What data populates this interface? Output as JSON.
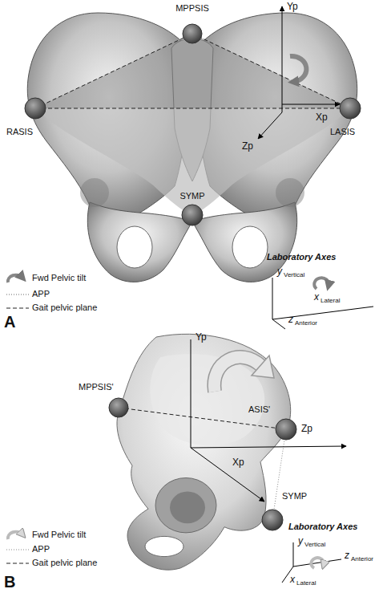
{
  "diagram": {
    "labels": [
      "MPPSIS",
      "Yp",
      "RASIS",
      "Xp",
      "LASIS",
      "Zp",
      "SYMP",
      "Laboratory Axes",
      "y",
      "Vertical",
      "x",
      "Lateral",
      "z",
      "Anterior",
      "A",
      "Yp",
      "MPPSIS'",
      "ASIS'",
      "Zp",
      "Xp",
      "SYMP",
      "Laboratory Axes",
      "y",
      "Vertical",
      "z",
      "Anterior",
      "x",
      "Lateral",
      "B"
    ],
    "legend": [
      {
        "text": "Fwd Pelvic tilt"
      },
      {
        "text": "APP"
      },
      {
        "text": "Gait pelvic plane"
      },
      {
        "text": "Fwd Pelvic tilt"
      },
      {
        "text": "APP"
      },
      {
        "text": "Gait pelvic plane"
      }
    ]
  }
}
